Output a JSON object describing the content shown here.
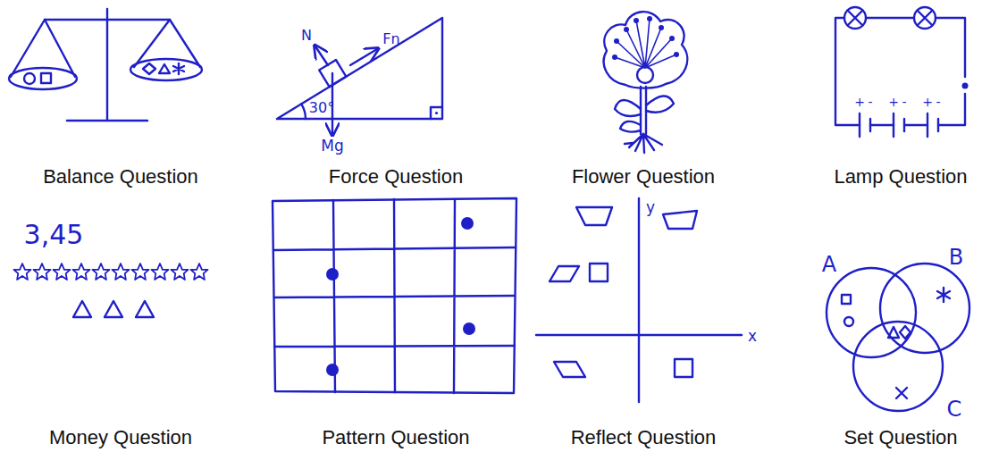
{
  "diagram": {
    "labels": [
      "Balance Question",
      "N",
      "Fn",
      "30°",
      "Mg",
      "Force Question",
      "Flower Question",
      "+",
      "-",
      "+",
      "-",
      "+",
      "-",
      "Lamp Question",
      "3,45",
      "Money Question",
      "Pattern Question",
      "y",
      "x",
      "Reflect Question",
      "A",
      "B",
      "C",
      "Set Question"
    ]
  }
}
